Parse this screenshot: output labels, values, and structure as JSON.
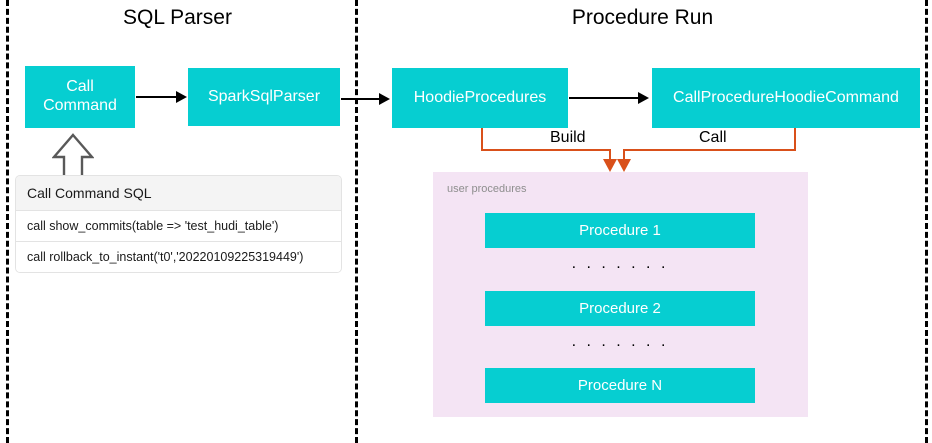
{
  "diagram": {
    "sections": [
      {
        "id": "sql-parser",
        "title": "SQL Parser"
      },
      {
        "id": "procedure-run",
        "title": "Procedure Run"
      }
    ],
    "nodes": {
      "call_command": "Call\nCommand",
      "call_command_line1": "Call",
      "call_command_line2": "Command",
      "spark_sql_parser": "SparkSqlParser",
      "hoodie_procedures": "HoodieProcedures",
      "call_procedure_hoodie_command": "CallProcedureHoodieCommand"
    },
    "connector_labels": {
      "build": "Build",
      "call": "Call"
    },
    "sql_card": {
      "header": "Call Command SQL",
      "rows": [
        "call show_commits(table => 'test_hudi_table')",
        "call rollback_to_instant('t0','20220109225319449')"
      ]
    },
    "user_procedures": {
      "label": "user procedures",
      "items": [
        "Procedure 1",
        "Procedure 2",
        "Procedure N"
      ],
      "ellipsis": ". . . . . . ."
    },
    "colors": {
      "node_fill": "#06ced1",
      "node_text": "#ffffff",
      "panel_fill": "#f4e4f4",
      "panel_label": "#8e8e8e",
      "connector_orange": "#d9501a",
      "connector_black": "#000000",
      "divider": "#000000",
      "card_header_fill": "#f4f4f4",
      "background": "#ffffff"
    }
  }
}
